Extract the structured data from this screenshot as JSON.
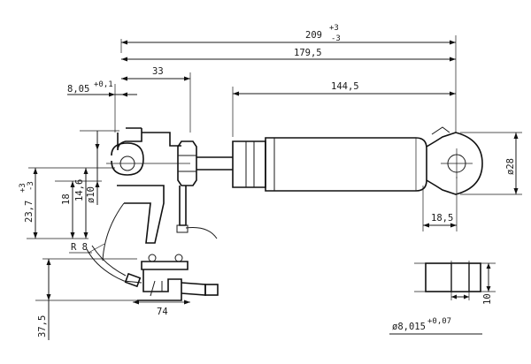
{
  "dimensions": {
    "overall_length": "209",
    "overall_tol_upper": "+3",
    "overall_tol_lower": "-3",
    "eye_to_eye": "179,5",
    "bracket_offset": "33",
    "body_length": "144,5",
    "pin_offset": "8,05",
    "pin_offset_tol": "+0,1",
    "bore_diameter": "ø10",
    "height_14_6": "14,6",
    "height_18": "18",
    "height_23_7": "23,7",
    "height_23_7_tol_upper": "+3",
    "height_23_7_tol_lower": "-3",
    "radius": "R 8",
    "base_height": "37,5",
    "base_width": "74",
    "eye_width": "18,5",
    "eye_diameter": "ø28",
    "bushing_diameter": "ø8,015",
    "bushing_diameter_tol": "+0,07",
    "bushing_length": "10"
  }
}
